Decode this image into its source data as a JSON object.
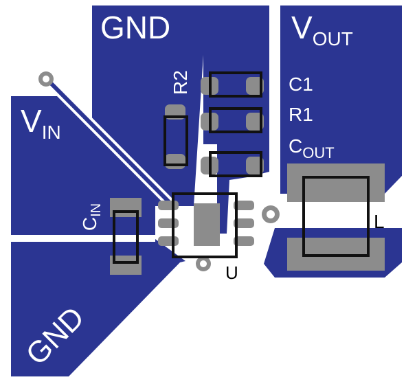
{
  "labels": {
    "gnd_top": "GND",
    "gnd_bottom": "GND",
    "vout_main": "V",
    "vout_sub": "OUT",
    "vin_main": "V",
    "vin_sub": "IN",
    "r2": "R2",
    "c1": "C1",
    "r1": "R1",
    "cout_main": "C",
    "cout_sub": "OUT",
    "cin_main": "C",
    "cin_sub": "IN",
    "inductor": "L",
    "ic": "U"
  },
  "colors": {
    "copper": "#2b3592",
    "pad": "#8c8c8c",
    "silkscreen_outline": "#111111",
    "background": "#ffffff"
  }
}
